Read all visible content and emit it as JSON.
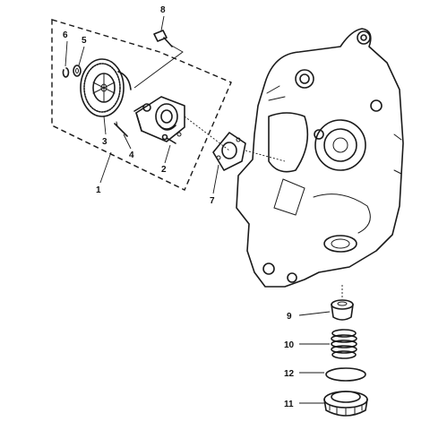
{
  "callouts": [
    {
      "id": "1",
      "label": "1"
    },
    {
      "id": "2",
      "label": "2"
    },
    {
      "id": "3",
      "label": "3"
    },
    {
      "id": "4",
      "label": "4"
    },
    {
      "id": "5",
      "label": "5"
    },
    {
      "id": "6",
      "label": "6"
    },
    {
      "id": "7",
      "label": "7"
    },
    {
      "id": "8",
      "label": "8"
    },
    {
      "id": "9",
      "label": "9"
    },
    {
      "id": "10",
      "label": "10"
    },
    {
      "id": "11",
      "label": "11"
    },
    {
      "id": "12",
      "label": "12"
    }
  ],
  "colors": {
    "ink": "#1a1a1a",
    "paper": "#ffffff"
  }
}
